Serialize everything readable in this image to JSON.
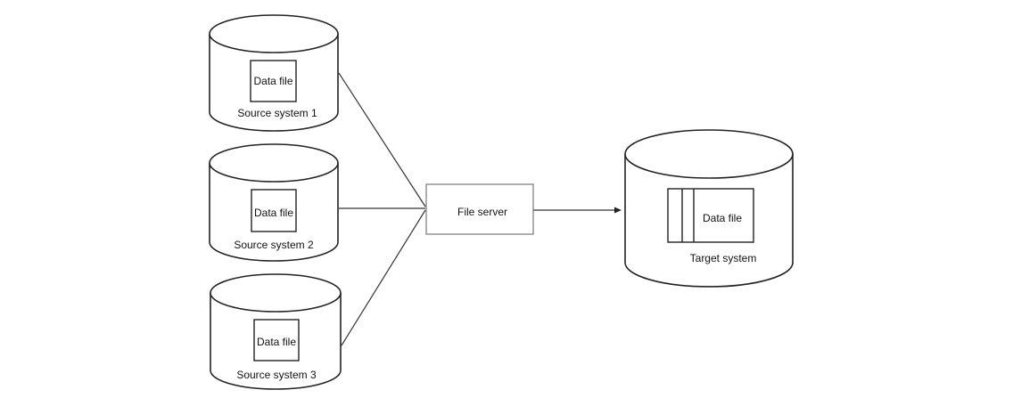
{
  "sources": [
    {
      "title": "Source system 1",
      "file_label": "Data file"
    },
    {
      "title": "Source system 2",
      "file_label": "Data file"
    },
    {
      "title": "Source system 3",
      "file_label": "Data file"
    }
  ],
  "file_server": {
    "label": "File server"
  },
  "target": {
    "title": "Target system",
    "file_label": "Data file"
  },
  "colors": {
    "stroke": "#222222",
    "background": "#ffffff"
  }
}
